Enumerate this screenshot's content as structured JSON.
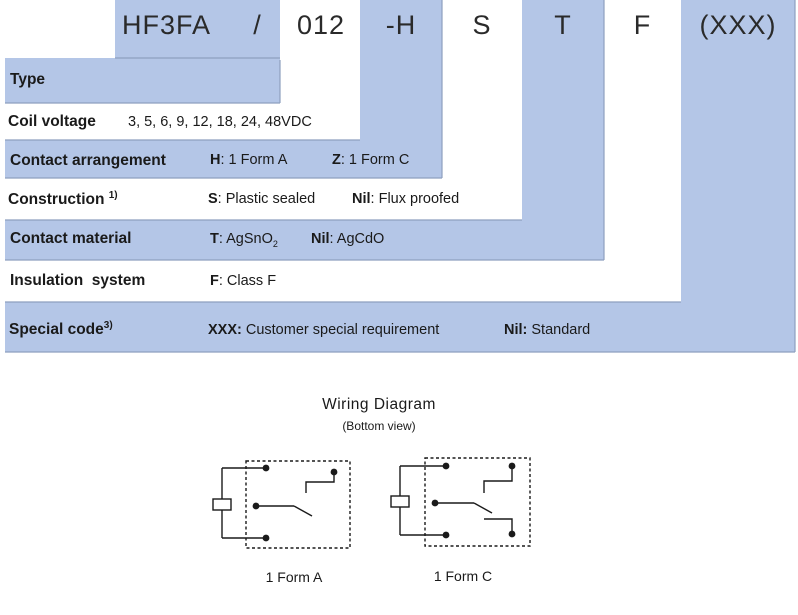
{
  "part_number": {
    "segments": [
      "HF3FA",
      "/",
      "012",
      "-H",
      "S",
      "T",
      "F",
      "(XXX)"
    ]
  },
  "rows": [
    {
      "label": "Type",
      "sup": "",
      "options": []
    },
    {
      "label": "Coil voltage",
      "sup": "",
      "options": [
        {
          "key": "",
          "text": "3, 5, 6, 9, 12, 18, 24, 48VDC"
        }
      ]
    },
    {
      "label": "Contact arrangement",
      "sup": "",
      "options": [
        {
          "key": "H",
          "text": ": 1 Form A"
        },
        {
          "key": "Z",
          "text": ": 1 Form C"
        }
      ]
    },
    {
      "label": "Construction",
      "sup": "1)",
      "options": [
        {
          "key": "S",
          "text": ": Plastic sealed"
        },
        {
          "key": "Nil",
          "text": ": Flux proofed"
        }
      ]
    },
    {
      "label": "Contact material",
      "sup": "",
      "options": [
        {
          "key": "T",
          "text": ": AgSnO",
          "sub": "2"
        },
        {
          "key": "Nil",
          "text": ": AgCdO"
        }
      ]
    },
    {
      "label": "Insulation  system",
      "sup": "",
      "options": [
        {
          "key": "F",
          "text": ": Class F"
        }
      ]
    },
    {
      "label": "Special code",
      "sup": "3)",
      "options": [
        {
          "key": "XXX:",
          "text": " Customer special requirement"
        },
        {
          "key": "Nil:",
          "text": " Standard"
        }
      ]
    }
  ],
  "wiring": {
    "title": "Wiring Diagram",
    "subtitle": "(Bottom view)",
    "diagrams": [
      {
        "caption": "1 Form A"
      },
      {
        "caption": "1 Form C"
      }
    ]
  },
  "colors": {
    "band": "#b4c6e7",
    "line": "#1a1a1a"
  }
}
